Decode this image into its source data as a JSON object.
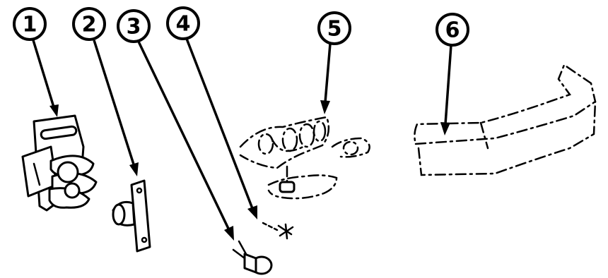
{
  "callouts": [
    {
      "number": "1"
    },
    {
      "number": "2"
    },
    {
      "number": "3"
    },
    {
      "number": "4"
    },
    {
      "number": "5"
    },
    {
      "number": "6"
    }
  ],
  "colors": {
    "ink": "#000000",
    "paper": "#ffffff"
  }
}
